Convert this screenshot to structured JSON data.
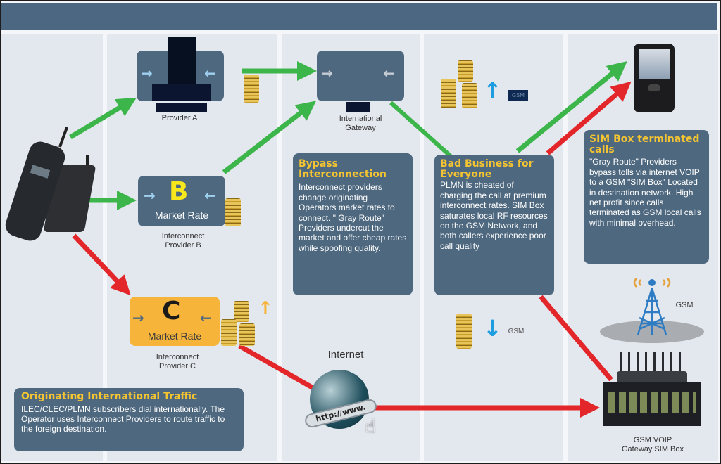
{
  "colors": {
    "header": "#4c6781",
    "panel": "#4e687f",
    "heading": "#f5c431",
    "green_arrow": "#3cb54a",
    "red_arrow": "#e3262a",
    "provider_c": "#f6b43a",
    "gsm_blue": "#1e9ee0"
  },
  "nodes": {
    "provider_a": {
      "caption": "Provider A"
    },
    "provider_b": {
      "letter": "B",
      "market_rate": "Market Rate",
      "caption_line1": "Interconnect",
      "caption_line2": "Provider B"
    },
    "provider_c": {
      "letter": "C",
      "market_rate": "Market Rate",
      "caption_line1": "Interconnect",
      "caption_line2": "Provider C"
    },
    "gateway": {
      "caption_line1": "International",
      "caption_line2": "Gateway"
    },
    "internet": {
      "label": "Internet",
      "globe_text": "http://www."
    },
    "gsm_tower": {
      "label": "GSM"
    },
    "sim_box": {
      "caption_line1": "GSM VOIP",
      "caption_line2": "Gateway SIM Box"
    },
    "gsm_up": {
      "label": "GSM"
    },
    "gsm_down": {
      "label": "GSM"
    }
  },
  "panels": {
    "bypass": {
      "title_line1": "Bypass",
      "title_line2": "Interconnection",
      "body": "Interconnect providers change originating Operators market rates to connect. \" Gray Route\" Providers undercut the market and offer cheap rates while spoofing quality."
    },
    "bad_business": {
      "title_line1": "Bad Business for",
      "title_line2": "Everyone",
      "body": "PLMN is cheated of charging the call at premium interconnect rates. SIM Box saturates local RF resources on the GSM Network, and both callers experience poor call quality"
    },
    "sim_box_terminated": {
      "title_line1": "SIM Box terminated",
      "title_line2": "calls",
      "body": "\"Gray Route\" Providers bypass tolls via internet VOIP to a GSM  \"SIM Box\" Located in destination network. High net profit since calls terminated as GSM local calls with minimal overhead."
    },
    "originating": {
      "title": "Originating International Traffic",
      "body": "ILEC/CLEC/PLMN subscribers dial internationally. The Operator uses Interconnect Providers to route traffic to the foreign destination."
    }
  }
}
